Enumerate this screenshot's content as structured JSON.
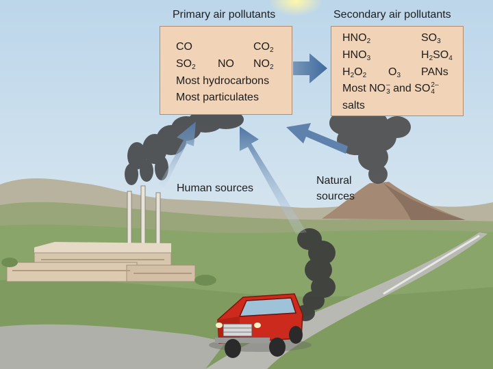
{
  "labels": {
    "primary_title": "Primary air pollutants",
    "secondary_title": "Secondary air pollutants",
    "human_sources": "Human sources",
    "natural_sources_1": "Natural",
    "natural_sources_2": "sources"
  },
  "primary": {
    "co": "CO",
    "co2_base": "CO",
    "co2_sub": "2",
    "so2_base": "SO",
    "so2_sub": "2",
    "no": "NO",
    "no2_base": "NO",
    "no2_sub": "2",
    "hydrocarbons": "Most hydrocarbons",
    "particulates": "Most particulates"
  },
  "secondary": {
    "hno2_base": "HNO",
    "hno2_sub": "2",
    "so3_base": "SO",
    "so3_sub": "3",
    "hno3_base": "HNO",
    "hno3_sub": "3",
    "h2so4_h": "H",
    "h2so4_sub1": "2",
    "h2so4_so": "SO",
    "h2so4_sub2": "4",
    "h2o2_h": "H",
    "h2o2_sub1": "2",
    "h2o2_o": "O",
    "h2o2_sub2": "2",
    "o3_base": "O",
    "o3_sub": "3",
    "pans": "PANs",
    "most": "Most NO",
    "no3_sup": "–",
    "no3_sub": "3",
    "and_so": " and SO",
    "so4_sup": "2–",
    "so4_sub": "4",
    "salts": "salts"
  },
  "colors": {
    "box_fill": "#f1d3b8",
    "arrow": "#5b7fa8",
    "smoke": "#3d3d3d",
    "car": "#cc2a1c",
    "grass": "#8aa56a"
  }
}
